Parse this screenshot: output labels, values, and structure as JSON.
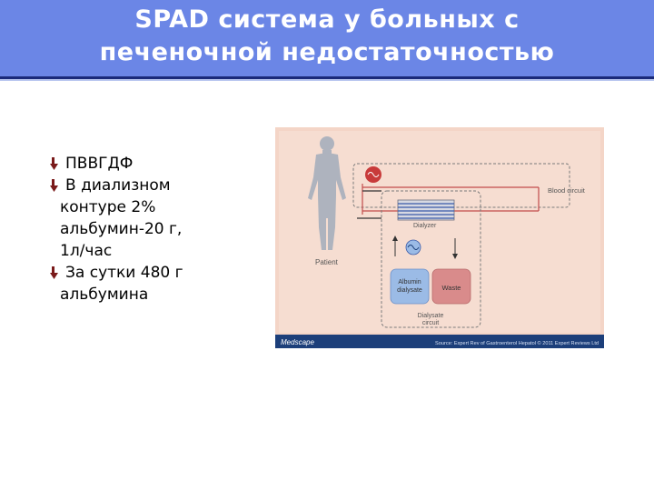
{
  "slide": {
    "title_line1": "SPAD система у больных с",
    "title_line2": "печеночной недостаточностью"
  },
  "bullets": [
    {
      "lines": [
        "ПВВГДФ"
      ]
    },
    {
      "lines": [
        "В диализном",
        "контуре 2%",
        "альбумин-20 г,",
        "1л/час"
      ]
    },
    {
      "lines": [
        "За сутки 480 г",
        "альбумина"
      ]
    }
  ],
  "figure": {
    "labels": {
      "patient": "Patient",
      "blood_circuit": "Blood circuit",
      "dialyzer": "Dialyzer",
      "albumin_dialysate_line1": "Albumin",
      "albumin_dialysate_line2": "dialysate",
      "waste": "Waste",
      "dialysate_circuit_line1": "Dialysate",
      "dialysate_circuit_line2": "circuit"
    },
    "footer": {
      "brand": "Medscape",
      "source": "Source: Expert Rev of Gastroenterol Hepatol © 2011 Expert Reviews Ltd"
    },
    "colors": {
      "background": "#f4d5c7",
      "footer": "#1c3f7a",
      "blood_line": "#c24b4b",
      "pump": "#c83a3a",
      "albumin_box": "#9bbbe6",
      "waste_box": "#d98b8b",
      "body": "#aeb3be"
    }
  }
}
